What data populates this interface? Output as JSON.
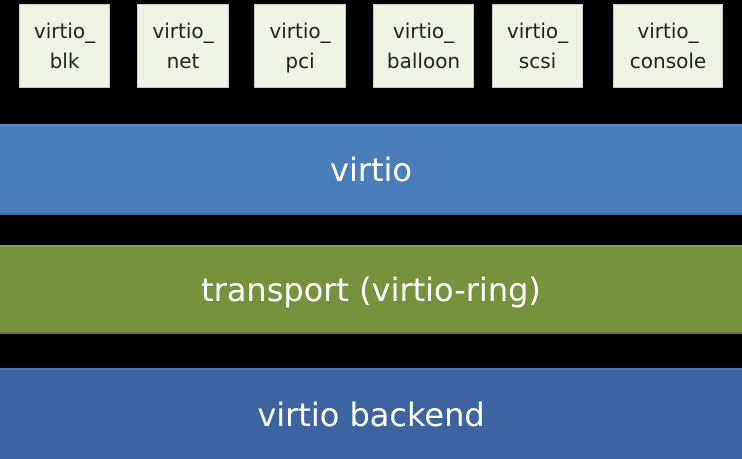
{
  "drivers": [
    {
      "line1": "virtio_",
      "line2": "blk"
    },
    {
      "line1": "virtio_",
      "line2": "net"
    },
    {
      "line1": "virtio_",
      "line2": "pci"
    },
    {
      "line1": "virtio_",
      "line2": "balloon"
    },
    {
      "line1": "virtio_",
      "line2": "scsi"
    },
    {
      "line1": "virtio_",
      "line2": "console"
    }
  ],
  "layers": {
    "virtio": "virtio",
    "transport": "transport (virtio-ring)",
    "backend": "virtio backend"
  },
  "colors": {
    "background": "#000000",
    "driver_box": "#eef3e6",
    "virtio_layer": "#4a7ebb",
    "transport_layer": "#76923c",
    "backend_layer": "#3d63a0"
  }
}
